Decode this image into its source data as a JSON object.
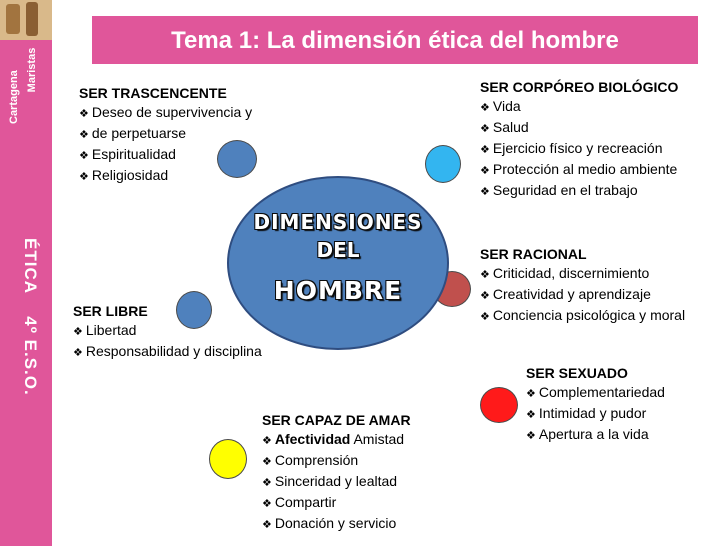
{
  "sidebar": {
    "school_line1": "Maristas",
    "school_line2": "Cartagena",
    "course_label": "ÉTICA    4º E.S.O."
  },
  "title": "Tema 1: La dimensión ética del hombre",
  "center": {
    "line1": "DIMENSIONES",
    "line2": "DEL",
    "line3": "HOMBRE",
    "color": "#4f81bd"
  },
  "dimensions": [
    {
      "id": "trascendente",
      "title": "SER TRASCENCENTE",
      "items": [
        "Deseo de supervivencia y",
        "de perpetuarse",
        "Espiritualidad",
        "Religiosidad"
      ],
      "color": "#4f81bd"
    },
    {
      "id": "corporeo",
      "title": "SER CORPÓREO BIOLÓGICO",
      "items": [
        "Vida",
        "Salud",
        "Ejercicio físico y recreación",
        "Protección al medio ambiente",
        "Seguridad en el trabajo"
      ],
      "color": "#33b5f0"
    },
    {
      "id": "racional",
      "title": "SER RACIONAL",
      "items": [
        "Criticidad, discernimiento",
        "Creatividad y aprendizaje",
        "Conciencia psicológica y moral"
      ],
      "color": "#c0504d"
    },
    {
      "id": "libre",
      "title": "SER LIBRE",
      "items": [
        "Libertad",
        "Responsabilidad y disciplina"
      ],
      "color": "#4f81bd"
    },
    {
      "id": "sexuado",
      "title": "SER SEXUADO",
      "items": [
        "Complementariedad",
        "Intimidad y pudor",
        "Apertura a la vida"
      ],
      "color": "#ff1a1a"
    },
    {
      "id": "amar",
      "title": "SER CAPAZ DE AMAR",
      "first_item_bold": "Afectividad",
      "first_item_rest": " Amistad",
      "items": [
        "Comprensión",
        "Sinceridad y lealtad",
        "Compartir",
        "Donación y servicio"
      ],
      "color": "#ffff00"
    }
  ]
}
